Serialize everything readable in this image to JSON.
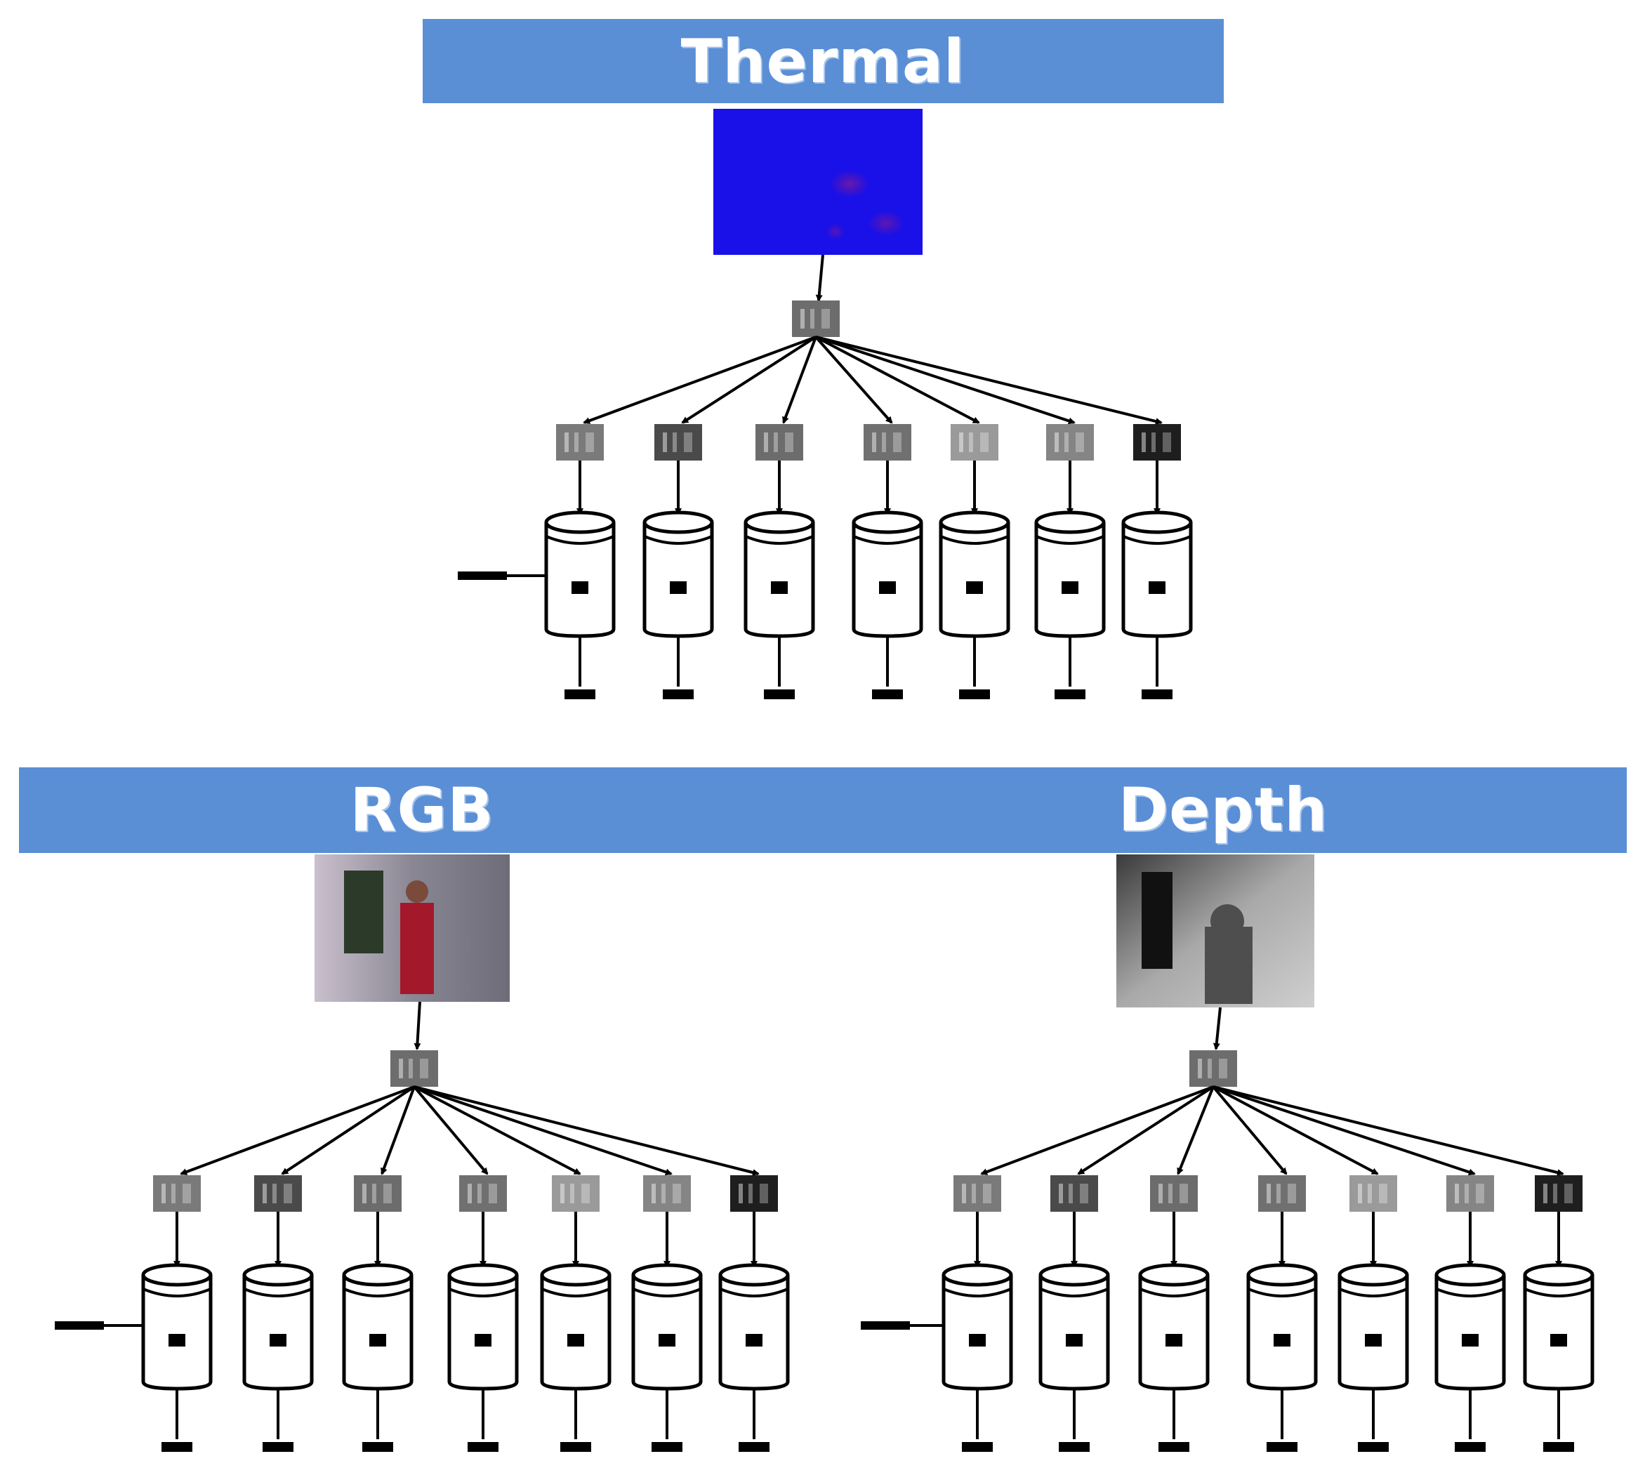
{
  "sections": [
    {
      "title": "Thermal"
    },
    {
      "title": "RGB"
    },
    {
      "title": "Depth"
    }
  ],
  "colors": {
    "banner": "#5a8fd6",
    "banner_text": "#ffffff",
    "thermal_image": "#1a10e8",
    "line": "#000000"
  }
}
